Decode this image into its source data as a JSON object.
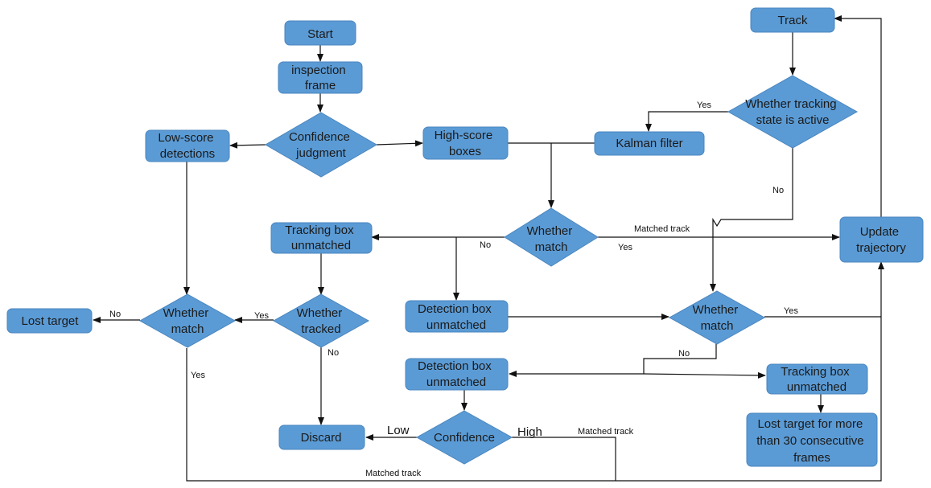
{
  "nodes": {
    "start": {
      "lines": [
        "Start"
      ]
    },
    "inspection": {
      "lines": [
        "inspection",
        "frame"
      ]
    },
    "confidence_judgment": {
      "lines": [
        "Confidence",
        "judgment"
      ]
    },
    "low_score": {
      "lines": [
        "Low-score",
        "detections"
      ]
    },
    "high_score": {
      "lines": [
        "High-score",
        "boxes"
      ]
    },
    "kalman": {
      "lines": [
        "Kalman filter"
      ]
    },
    "track": {
      "lines": [
        "Track"
      ]
    },
    "tracking_active": {
      "lines": [
        "Whether tracking",
        "state is active"
      ]
    },
    "whether_match_1": {
      "lines": [
        "Whether",
        "match"
      ]
    },
    "tracking_unmatched_1": {
      "lines": [
        "Tracking box",
        "unmatched"
      ]
    },
    "update_trajectory": {
      "lines": [
        "Update",
        "trajectory"
      ]
    },
    "whether_match_left": {
      "lines": [
        "Whether",
        "match"
      ]
    },
    "whether_tracked": {
      "lines": [
        "Whether",
        "tracked"
      ]
    },
    "lost_target": {
      "lines": [
        "Lost target"
      ]
    },
    "detection_unmatched_1": {
      "lines": [
        "Detection box",
        "unmatched"
      ]
    },
    "whether_match_2": {
      "lines": [
        "Whether",
        "match"
      ]
    },
    "detection_unmatched_2": {
      "lines": [
        "Detection box",
        "unmatched"
      ]
    },
    "tracking_unmatched_2": {
      "lines": [
        "Tracking box",
        "unmatched"
      ]
    },
    "lost_30": {
      "lines": [
        "Lost target for more",
        "than 30 consecutive",
        "frames"
      ]
    },
    "confidence_2": {
      "lines": [
        "Confidence"
      ]
    },
    "discard": {
      "lines": [
        "Discard"
      ]
    }
  },
  "edge_labels": {
    "yes_active": "Yes",
    "no_active": "No",
    "matched_track_1": "Matched track",
    "yes_match_1": "Yes",
    "no_match_1": "No",
    "no_lost": "No",
    "yes_tracked": "Yes",
    "no_tracked": "No",
    "yes_left": "Yes",
    "yes_match_2": "Yes",
    "no_match_2": "No",
    "low": "Low",
    "high": "High",
    "matched_track_2": "Matched track",
    "matched_track_3": "Matched track"
  },
  "colors": {
    "node_fill": "#5b9bd5",
    "line": "#111111"
  }
}
